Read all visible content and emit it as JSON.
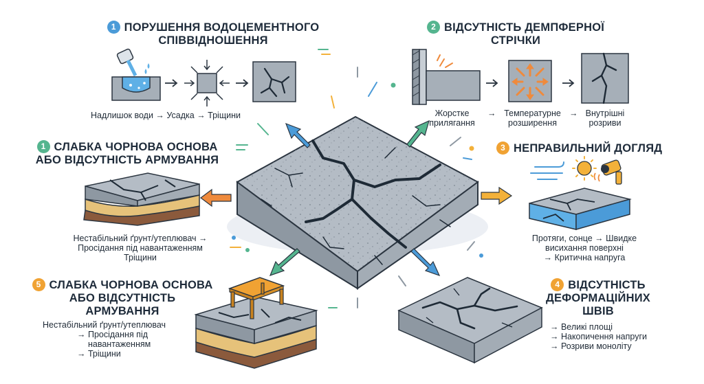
{
  "section_a": {
    "badge": "1",
    "title_line1": "ПОРУШЕННЯ ВОДОЦЕМЕНТНОГО",
    "title_line2": "СПІВВІДНОШЕННЯ",
    "step1": "Надлишок води",
    "step2": "Усадка",
    "step3": "Тріщини",
    "arrow": "→"
  },
  "section_b": {
    "badge": "2",
    "title_line1": "ВІДСУТНІСТЬ ДЕМПФЕРНОЇ",
    "title_line2": "СТРІЧКИ",
    "step1_line1": "Жорстке",
    "step1_line2": "прилягання",
    "step2_line1": "Температурне",
    "step2_line2": "розширення",
    "step3_line1": "Внутрішні",
    "step3_line2": "розриви",
    "arrow": "→"
  },
  "section_c": {
    "badge": "1",
    "title_line1": "СЛАБКА ЧОРНОВА ОСНОВА",
    "title_line2": "АБО ВІДСУТНІСТЬ АРМУВАННЯ",
    "line1": "Нестабільний ґрунт/утеплювач →",
    "line2": "Просідання під навантаженням",
    "line3": "Тріщини"
  },
  "section_d": {
    "badge": "3",
    "title": "НЕПРАВИЛЬНИЙ ДОГЛЯД",
    "line1": "Протяги, сонце → Швидке",
    "line2": "висихання поверхні",
    "line3": "→ Критична напруга"
  },
  "section_e": {
    "badge": "5",
    "title_line1": "СЛАБКА ЧОРНОВА ОСНОВА",
    "title_line2": "АБО ВІДСУТНІСТЬ",
    "title_line3": "АРМУВАННЯ",
    "line1": "Нестабільний ґрунт/утеплювач",
    "line2": "→ Просідання під",
    "line3": "навантаженням",
    "line4": "→ Тріщини"
  },
  "section_f": {
    "badge": "4",
    "title_line1": "ВІДСУТНІСТЬ",
    "title_line2": "ДЕФОРМАЦІЙНИХ",
    "title_line3": "ШВІВ",
    "line1": "→ Великі площі",
    "line2": "→ Накопичення напруги",
    "line3": "→ Розриви моноліту"
  },
  "colors": {
    "concrete": "#9aa3ad",
    "concrete_top": "#b4bcc5",
    "crack": "#1e2a36",
    "blue_arrow": "#4b9bd8",
    "green_arrow": "#55b58f",
    "orange_arrow": "#ef8a3c",
    "yellow_arrow": "#f3b13a",
    "soil": "#e6c27a",
    "earth": "#8b5a3c"
  }
}
